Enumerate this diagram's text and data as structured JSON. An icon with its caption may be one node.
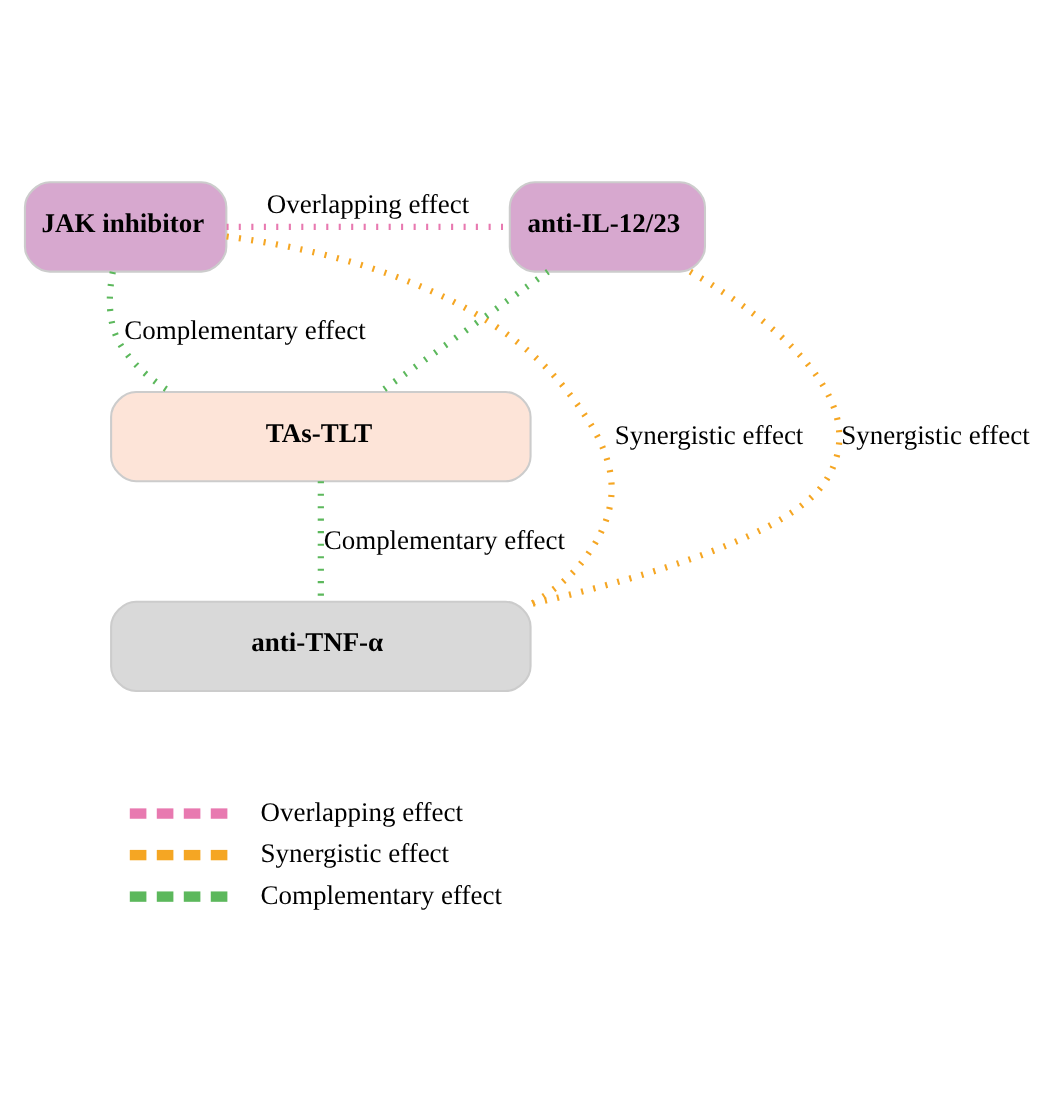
{
  "diagram": {
    "nodes": [
      {
        "text": [
          "JAK inhibitor"
        ]
      },
      {
        "text": [
          "anti-IL-12/23"
        ]
      },
      {
        "text": [
          "TAs-TLT"
        ]
      },
      {
        "text": [
          "anti-TNF-α"
        ]
      }
    ],
    "edges": [
      {
        "from": 0,
        "to": 1,
        "arrow": "none",
        "label": "Overlapping effect",
        "style": "dashed",
        "color": "#e879b0"
      },
      {
        "from": 0,
        "to": 2,
        "arrow": "none",
        "label": "Complementary effect",
        "style": "dashed",
        "color": "#5cb85c"
      },
      {
        "from": 1,
        "to": 2,
        "arrow": "none",
        "style": "dashed",
        "color": "#5cb85c"
      },
      {
        "from": 2,
        "to": 3,
        "arrow": "none",
        "label": "Complementary effect",
        "style": "dashed",
        "color": "#5cb85c"
      },
      {
        "from": 0,
        "to": 3,
        "arrow": "none",
        "label": "Synergistic effect",
        "style": "dashed",
        "color": "#f5a623"
      },
      {
        "from": 1,
        "to": 3,
        "arrow": "none",
        "label": "Synergistic effect",
        "style": "dashed",
        "color": "#f5a623"
      }
    ],
    "legend": [
      {
        "text": "Overlapping effect",
        "color": "#e879b0"
      },
      {
        "text": "Synergistic effect",
        "color": "#f5a623"
      },
      {
        "text": "Complementary effect",
        "color": "#5cb85c"
      }
    ]
  }
}
